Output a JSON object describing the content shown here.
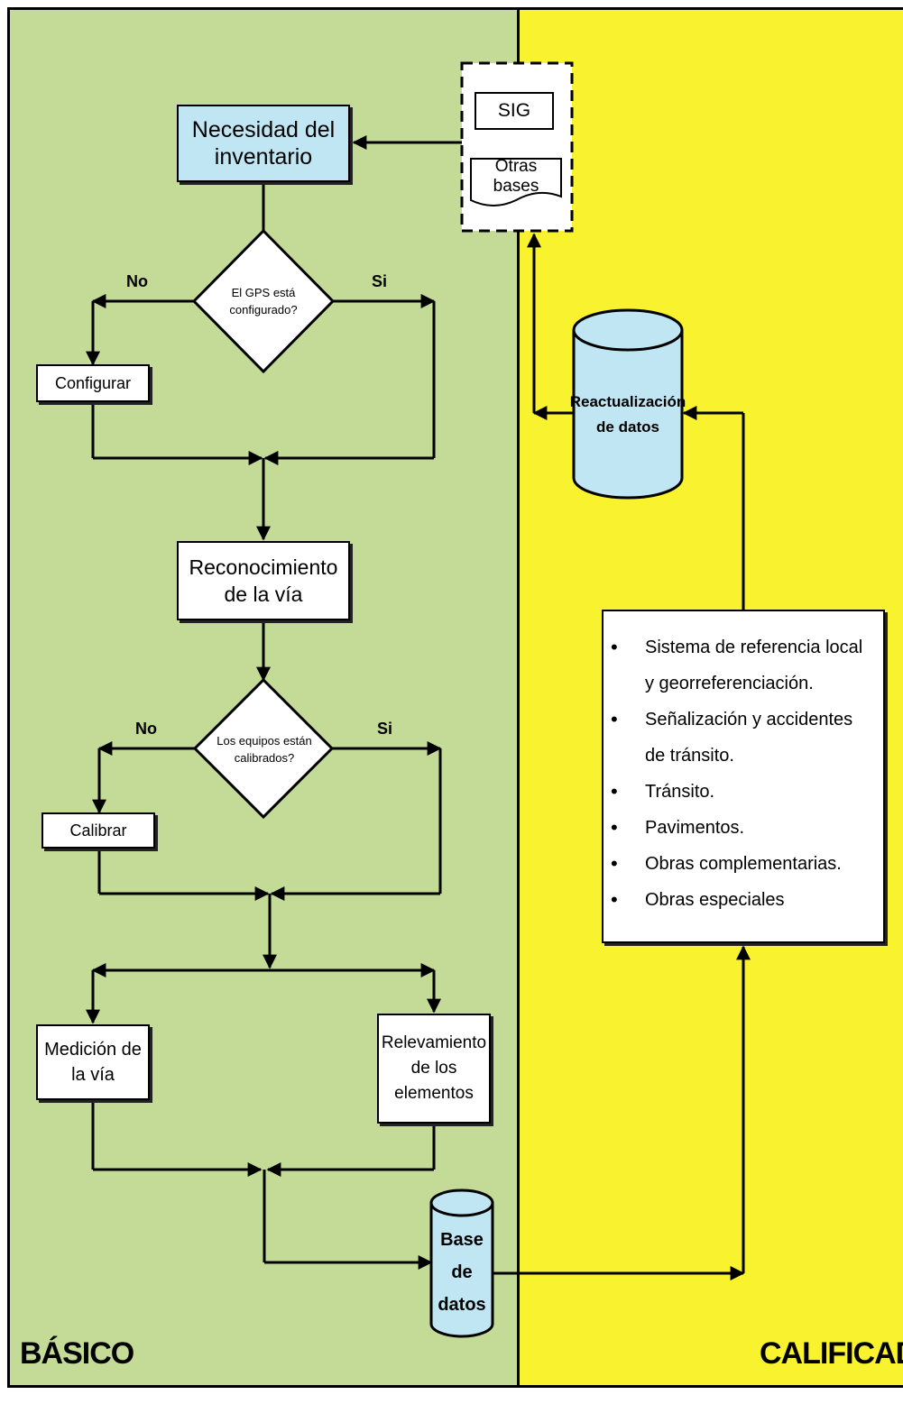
{
  "lanes": {
    "left_title": "BÁSICO",
    "right_title": "CALIFICADO",
    "left_color": "#c4db98",
    "right_color": "#f9f22e"
  },
  "nodes": {
    "start": "Necesidad del inventario",
    "sig": "SIG",
    "other_bases": "Otras bases",
    "decision_gps": "El GPS está configurado?",
    "configure": "Configurar",
    "recognition": "Reconocimiento de la vía",
    "decision_equipment": "Los equipos están calibrados?",
    "calibrate": "Calibrar",
    "measurement": "Medición de la vía",
    "survey": "Relevamiento de los elementos",
    "database": "Base de datos",
    "update": "Reactualización de datos"
  },
  "edge_labels": {
    "no_1": "No",
    "yes_1": "Si",
    "no_2": "No",
    "yes_2": "Si"
  },
  "info_list": [
    "Sistema de referencia local y georreferenciación.",
    "Señalización y accidentes de tránsito.",
    "Tránsito.",
    "Pavimentos.",
    "Obras complementarias.",
    "Obras especiales"
  ],
  "colors": {
    "node_blue": "#bfe6f2",
    "node_white": "#ffffff"
  }
}
